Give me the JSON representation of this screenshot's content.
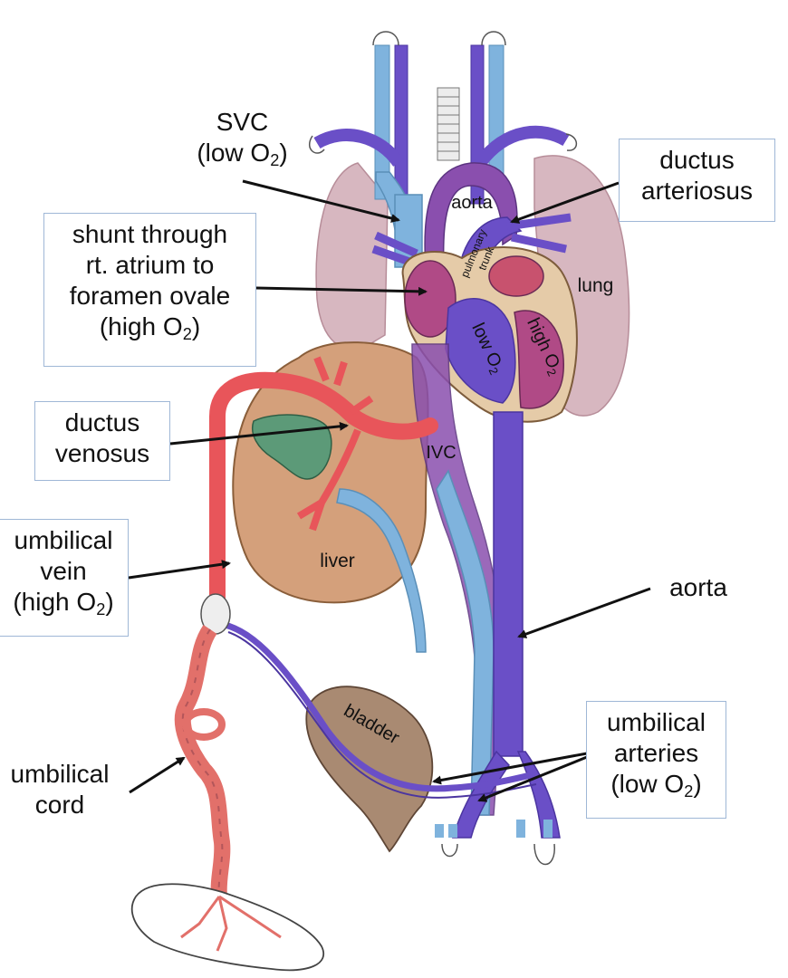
{
  "colors": {
    "oxygenated": "#e8555a",
    "deoxygenated": "#6a4fc7",
    "venous_light": "#7fb3dd",
    "lung": "#d7b7c0",
    "liver": "#d4a07b",
    "gallbladder": "#5c9a78",
    "bladder": "#a98a72",
    "box_border": "#9fb7d6"
  },
  "labels": {
    "svc": {
      "line1": "SVC",
      "line2": "(low O",
      "sub": "2",
      "close": ")"
    },
    "ductus_arteriosus": {
      "line1": "ductus",
      "line2": "arteriosus"
    },
    "shunt": {
      "line1": "shunt through",
      "line2": "rt. atrium to",
      "line3": "foramen ovale",
      "line4": "(high O",
      "sub": "2",
      "close": ")"
    },
    "ductus_venosus": {
      "line1": "ductus",
      "line2": "venosus"
    },
    "umbilical_vein": {
      "line1": "umbilical",
      "line2": "vein",
      "line3": "(high O",
      "sub": "2",
      "close": ")"
    },
    "umbilical_cord": {
      "line1": "umbilical",
      "line2": "cord"
    },
    "aorta_right": "aorta",
    "umbilical_arteries": {
      "line1": "umbilical",
      "line2": "arteries",
      "line3": "(low O",
      "sub": "2",
      "close": ")"
    },
    "aorta_heart": "aorta",
    "pulmonary_trunk": {
      "line1": "pulmonary",
      "line2": "trunk"
    },
    "lung": "lung",
    "low_o2": {
      "text": "low O",
      "sub": "2"
    },
    "high_o2": {
      "text": "high O",
      "sub": "2"
    },
    "ivc": "IVC",
    "liver": "liver",
    "bladder": "bladder"
  }
}
